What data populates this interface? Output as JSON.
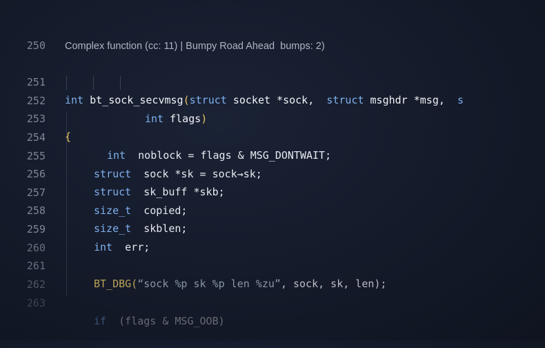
{
  "code_lens": "Complex function (cc: 11) | Bumpy Road Ahead  bumps: 2)",
  "lines": [
    {
      "n": "250"
    },
    {
      "n": "251",
      "t1": "int",
      "t2": "bt_sock_secvmsg",
      "t3": "(",
      "t4": "struct",
      "t5": "socket *sock,",
      "t6": "struct",
      "t7": "msghdr *msg,",
      "t8": "s"
    },
    {
      "n": "252",
      "t1": "int",
      "t2": "flags",
      "t3": ")"
    },
    {
      "n": "253",
      "t1": "{"
    },
    {
      "n": "254",
      "t1": "int",
      "t2": "noblock = flags & MSG_DONTWAIT;"
    },
    {
      "n": "255",
      "t1": "struct",
      "t2": "sock *sk = sock→sk;"
    },
    {
      "n": "256",
      "t1": "struct",
      "t2": "sk_buff *skb;"
    },
    {
      "n": "257",
      "t1": "size_t",
      "t2": "copied;"
    },
    {
      "n": "258",
      "t1": "size_t",
      "t2": "skblen;"
    },
    {
      "n": "259",
      "t1": "int",
      "t2": "err;"
    },
    {
      "n": "260"
    },
    {
      "n": "261",
      "t1": "BT_DBG(",
      "t2": "“sock %p sk %p len %zu”",
      "t3": ", sock, sk, len);"
    },
    {
      "n": "262"
    },
    {
      "n": "263",
      "t1": "if",
      "t2": "(flags & MSG_OOB)"
    }
  ]
}
